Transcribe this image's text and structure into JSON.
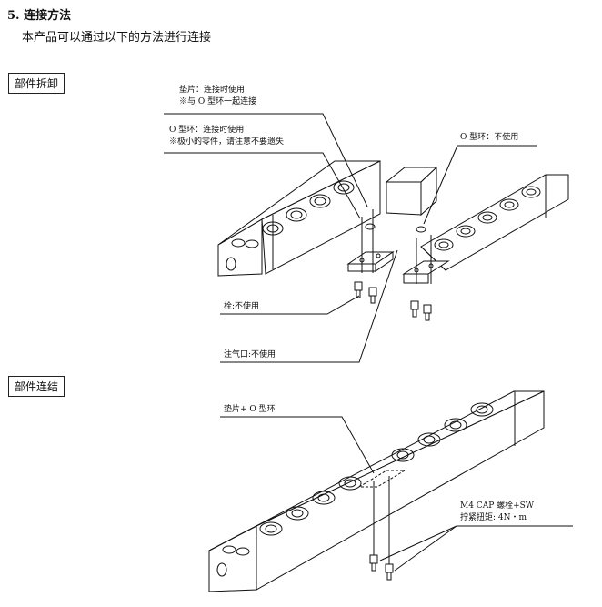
{
  "section": {
    "number": "5.",
    "title": "连接方法",
    "subtitle": "本产品可以通过以下的方法进行连接"
  },
  "panels": {
    "disassembly": {
      "label": "部件拆卸"
    },
    "connection": {
      "label": "部件连结"
    }
  },
  "callouts": {
    "gasket_line1": "垫片：连接时使用",
    "gasket_line2": "※与 O 型环一起连接",
    "oring_line1": "O 型环：连接时使用",
    "oring_line2": "※极小的零件，请注意不要遗失",
    "oring_unused": "O 型环：不使用",
    "bolt_unused": "栓:不使用",
    "inlet_unused": "注气口:不使用",
    "gasket_oring": "垫片+ O 型环",
    "cap_bolt": "M4 CAP 螺栓+SW",
    "torque": "拧紧扭矩: 4N・m"
  }
}
